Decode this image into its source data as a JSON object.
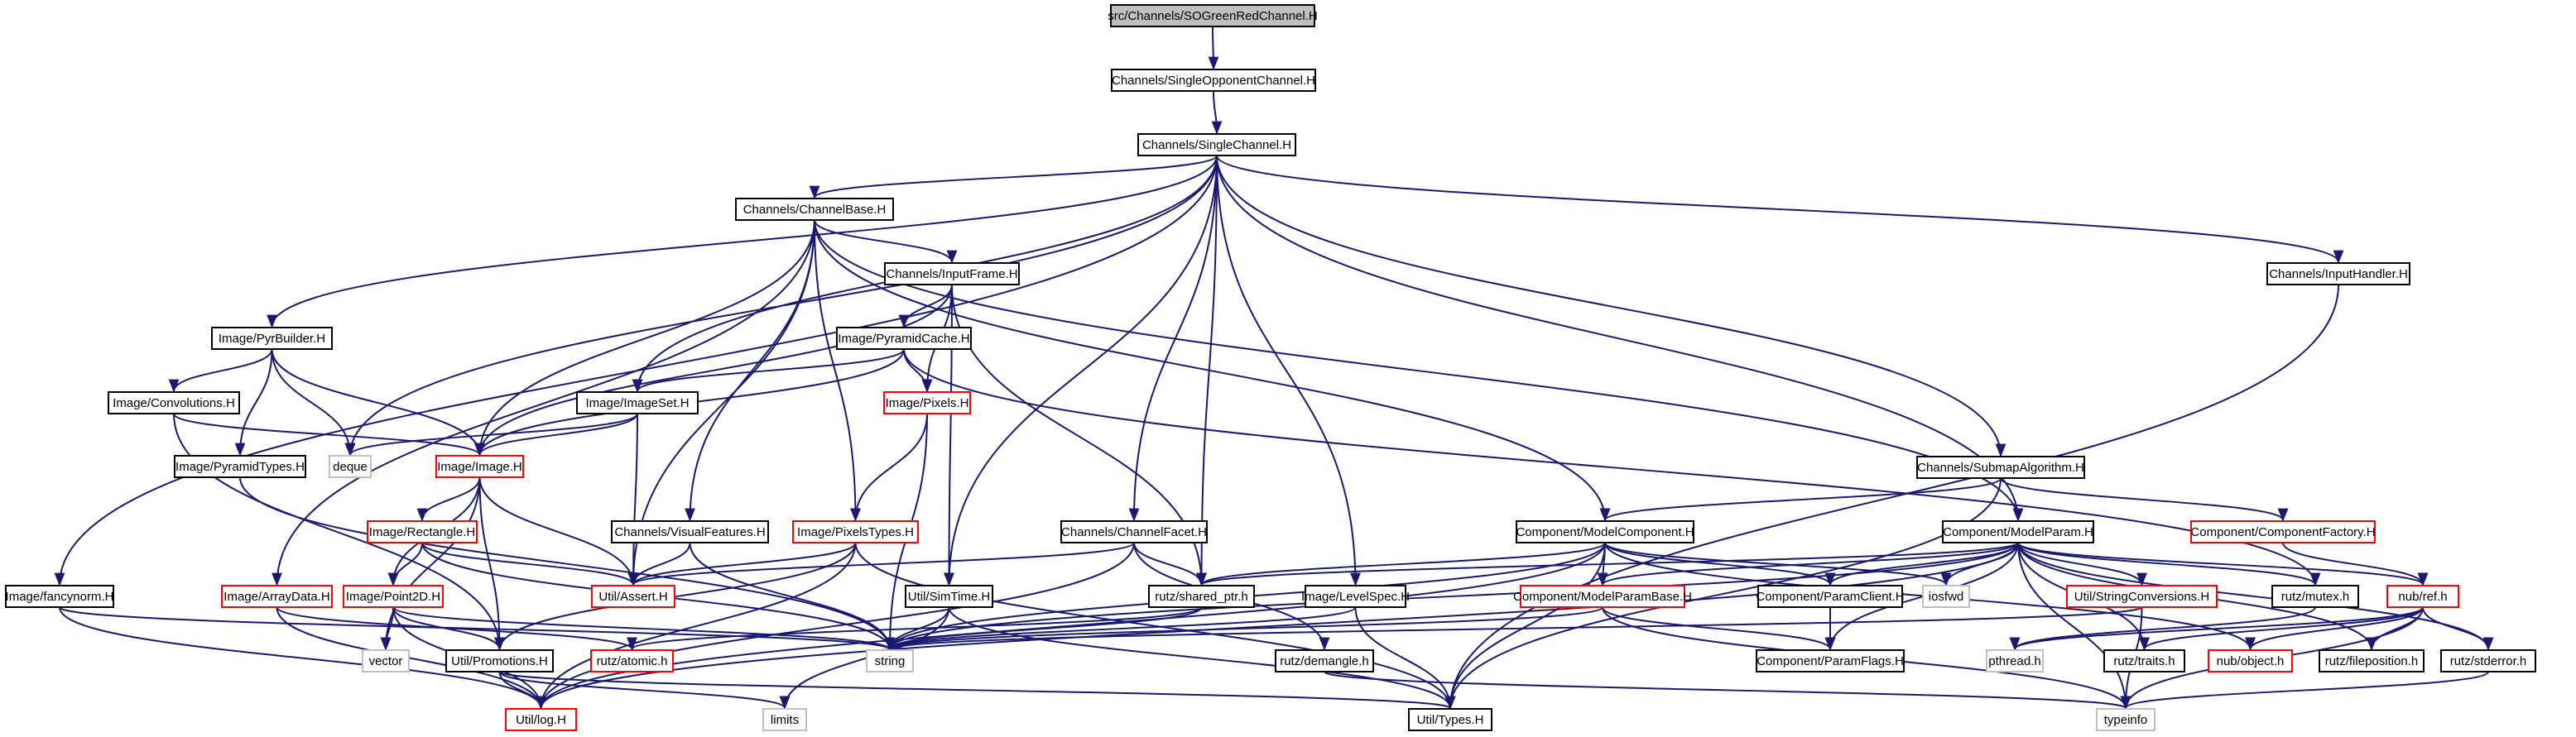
{
  "diagram": {
    "colors": {
      "edge": "#191970",
      "root_fill": "#bfbfbf",
      "box_fill": "#ffffff",
      "box_border": "#000000",
      "truncated_border": "#ff0000",
      "external_border": "#bfbfbf"
    },
    "nodes": [
      {
        "id": "root",
        "label": "src/Channels/SOGreenRedChannel.H",
        "kind": "root"
      },
      {
        "id": "singleopp",
        "label": "Channels/SingleOpponentChannel.H",
        "kind": "normal"
      },
      {
        "id": "singlech",
        "label": "Channels/SingleChannel.H",
        "kind": "normal"
      },
      {
        "id": "chbase",
        "label": "Channels/ChannelBase.H",
        "kind": "normal"
      },
      {
        "id": "inputframe",
        "label": "Channels/InputFrame.H",
        "kind": "normal"
      },
      {
        "id": "inputhandler",
        "label": "Channels/InputHandler.H",
        "kind": "normal"
      },
      {
        "id": "pyrbuilder",
        "label": "Image/PyrBuilder.H",
        "kind": "normal"
      },
      {
        "id": "pyrcache",
        "label": "Image/PyramidCache.H",
        "kind": "normal"
      },
      {
        "id": "convolutions",
        "label": "Image/Convolutions.H",
        "kind": "normal"
      },
      {
        "id": "imageset",
        "label": "Image/ImageSet.H",
        "kind": "normal"
      },
      {
        "id": "pixels",
        "label": "Image/Pixels.H",
        "kind": "truncated"
      },
      {
        "id": "deque",
        "label": "deque",
        "kind": "external"
      },
      {
        "id": "image",
        "label": "Image/Image.H",
        "kind": "truncated"
      },
      {
        "id": "pyrtypes",
        "label": "Image/PyramidTypes.H",
        "kind": "normal"
      },
      {
        "id": "submap",
        "label": "Channels/SubmapAlgorithm.H",
        "kind": "normal"
      },
      {
        "id": "rectangle",
        "label": "Image/Rectangle.H",
        "kind": "truncated"
      },
      {
        "id": "visfeat",
        "label": "Channels/VisualFeatures.H",
        "kind": "normal"
      },
      {
        "id": "pixtypes",
        "label": "Image/PixelsTypes.H",
        "kind": "truncated"
      },
      {
        "id": "chfacet",
        "label": "Channels/ChannelFacet.H",
        "kind": "normal"
      },
      {
        "id": "modelcomp",
        "label": "Component/ModelComponent.H",
        "kind": "normal"
      },
      {
        "id": "modelparam",
        "label": "Component/ModelParam.H",
        "kind": "normal"
      },
      {
        "id": "compfactory",
        "label": "Component/ComponentFactory.H",
        "kind": "truncated"
      },
      {
        "id": "point2d",
        "label": "Image/Point2D.H",
        "kind": "truncated"
      },
      {
        "id": "utilassert",
        "label": "Util/Assert.H",
        "kind": "truncated"
      },
      {
        "id": "iosfwd",
        "label": "iosfwd",
        "kind": "external"
      },
      {
        "id": "fancynorm",
        "label": "Image/fancynorm.H",
        "kind": "normal"
      },
      {
        "id": "arraydata",
        "label": "Image/ArrayData.H",
        "kind": "truncated"
      },
      {
        "id": "simtime",
        "label": "Util/SimTime.H",
        "kind": "normal"
      },
      {
        "id": "sharedptr",
        "label": "rutz/shared_ptr.h",
        "kind": "normal"
      },
      {
        "id": "levelspec",
        "label": "Image/LevelSpec.H",
        "kind": "normal"
      },
      {
        "id": "mpbase",
        "label": "Component/ModelParamBase.H",
        "kind": "truncated"
      },
      {
        "id": "paramclient",
        "label": "Component/ParamClient.H",
        "kind": "normal"
      },
      {
        "id": "strconv",
        "label": "Util/StringConversions.H",
        "kind": "truncated"
      },
      {
        "id": "mutex",
        "label": "rutz/mutex.h",
        "kind": "normal"
      },
      {
        "id": "nubref",
        "label": "nub/ref.h",
        "kind": "truncated"
      },
      {
        "id": "vector",
        "label": "vector",
        "kind": "external"
      },
      {
        "id": "promotions",
        "label": "Util/Promotions.H",
        "kind": "normal"
      },
      {
        "id": "atomic",
        "label": "rutz/atomic.h",
        "kind": "truncated"
      },
      {
        "id": "string",
        "label": "string",
        "kind": "external"
      },
      {
        "id": "demangle",
        "label": "rutz/demangle.h",
        "kind": "normal"
      },
      {
        "id": "paramflags",
        "label": "Component/ParamFlags.H",
        "kind": "normal"
      },
      {
        "id": "pthread",
        "label": "pthread.h",
        "kind": "external"
      },
      {
        "id": "traits",
        "label": "rutz/traits.h",
        "kind": "normal"
      },
      {
        "id": "nubobject",
        "label": "nub/object.h",
        "kind": "truncated"
      },
      {
        "id": "filepos",
        "label": "rutz/fileposition.h",
        "kind": "normal"
      },
      {
        "id": "stderror",
        "label": "rutz/stderror.h",
        "kind": "normal"
      },
      {
        "id": "utillog",
        "label": "Util/log.H",
        "kind": "truncated"
      },
      {
        "id": "limits",
        "label": "limits",
        "kind": "external"
      },
      {
        "id": "utiltypes",
        "label": "Util/Types.H",
        "kind": "normal"
      },
      {
        "id": "typeinfo",
        "label": "typeinfo",
        "kind": "external"
      }
    ],
    "edges": [
      [
        "root",
        "singleopp"
      ],
      [
        "singleopp",
        "singlech"
      ],
      [
        "singlech",
        "chbase"
      ],
      [
        "singlech",
        "inputhandler"
      ],
      [
        "singlech",
        "pyrbuilder"
      ],
      [
        "singlech",
        "imageset"
      ],
      [
        "singlech",
        "deque"
      ],
      [
        "singlech",
        "fancynorm"
      ],
      [
        "singlech",
        "submap"
      ],
      [
        "singlech",
        "chfacet"
      ],
      [
        "singlech",
        "modelparam"
      ],
      [
        "singlech",
        "simtime"
      ],
      [
        "singlech",
        "sharedptr"
      ],
      [
        "singlech",
        "levelspec"
      ],
      [
        "chbase",
        "inputframe"
      ],
      [
        "chbase",
        "image"
      ],
      [
        "chbase",
        "utilassert"
      ],
      [
        "chbase",
        "visfeat"
      ],
      [
        "chbase",
        "pixtypes"
      ],
      [
        "chbase",
        "modelcomp"
      ],
      [
        "chbase",
        "modelparam"
      ],
      [
        "chbase",
        "arraydata"
      ],
      [
        "inputframe",
        "pyrcache"
      ],
      [
        "inputframe",
        "pixels"
      ],
      [
        "inputframe",
        "image"
      ],
      [
        "inputframe",
        "sharedptr"
      ],
      [
        "inputframe",
        "simtime"
      ],
      [
        "inputhandler",
        "utiltypes"
      ],
      [
        "pyrbuilder",
        "convolutions"
      ],
      [
        "pyrbuilder",
        "pyrtypes"
      ],
      [
        "pyrbuilder",
        "deque"
      ],
      [
        "pyrbuilder",
        "image"
      ],
      [
        "pyrcache",
        "imageset"
      ],
      [
        "pyrcache",
        "pixels"
      ],
      [
        "pyrcache",
        "image"
      ],
      [
        "pyrcache",
        "mutex"
      ],
      [
        "convolutions",
        "image"
      ],
      [
        "convolutions",
        "promotions"
      ],
      [
        "imageset",
        "deque"
      ],
      [
        "imageset",
        "image"
      ],
      [
        "imageset",
        "utilassert"
      ],
      [
        "pixels",
        "pixtypes"
      ],
      [
        "pixels",
        "string"
      ],
      [
        "image",
        "rectangle"
      ],
      [
        "image",
        "point2d"
      ],
      [
        "image",
        "utilassert"
      ],
      [
        "image",
        "promotions"
      ],
      [
        "image",
        "vector"
      ],
      [
        "pyrtypes",
        "string"
      ],
      [
        "rectangle",
        "point2d"
      ],
      [
        "rectangle",
        "utilassert"
      ],
      [
        "rectangle",
        "string"
      ],
      [
        "visfeat",
        "utilassert"
      ],
      [
        "visfeat",
        "string"
      ],
      [
        "pixtypes",
        "utilassert"
      ],
      [
        "pixtypes",
        "promotions"
      ],
      [
        "pixtypes",
        "utillog"
      ],
      [
        "pixtypes",
        "utiltypes"
      ],
      [
        "submap",
        "modelcomp"
      ],
      [
        "submap",
        "compfactory"
      ],
      [
        "submap",
        "utiltypes"
      ],
      [
        "chfacet",
        "sharedptr"
      ],
      [
        "chfacet",
        "utilassert"
      ],
      [
        "chfacet",
        "utillog"
      ],
      [
        "chfacet",
        "demangle"
      ],
      [
        "modelcomp",
        "sharedptr"
      ],
      [
        "modelcomp",
        "iosfwd"
      ],
      [
        "modelcomp",
        "mpbase"
      ],
      [
        "modelcomp",
        "paramclient"
      ],
      [
        "modelcomp",
        "string"
      ],
      [
        "modelcomp",
        "utiltypes"
      ],
      [
        "modelcomp",
        "utillog"
      ],
      [
        "modelcomp",
        "nubobject"
      ],
      [
        "modelparam",
        "sharedptr"
      ],
      [
        "modelparam",
        "iosfwd"
      ],
      [
        "modelparam",
        "mpbase"
      ],
      [
        "modelparam",
        "paramclient"
      ],
      [
        "modelparam",
        "strconv"
      ],
      [
        "modelparam",
        "mutex"
      ],
      [
        "modelparam",
        "nubref"
      ],
      [
        "modelparam",
        "string"
      ],
      [
        "modelparam",
        "paramflags"
      ],
      [
        "modelparam",
        "traits"
      ],
      [
        "modelparam",
        "filepos"
      ],
      [
        "modelparam",
        "stderror"
      ],
      [
        "modelparam",
        "typeinfo"
      ],
      [
        "modelparam",
        "utillog"
      ],
      [
        "compfactory",
        "nubref"
      ],
      [
        "point2d",
        "promotions"
      ],
      [
        "point2d",
        "utillog"
      ],
      [
        "point2d",
        "vector"
      ],
      [
        "point2d",
        "string"
      ],
      [
        "fancynorm",
        "utillog"
      ],
      [
        "fancynorm",
        "string"
      ],
      [
        "arraydata",
        "utillog"
      ],
      [
        "arraydata",
        "atomic"
      ],
      [
        "simtime",
        "string"
      ],
      [
        "simtime",
        "limits"
      ],
      [
        "simtime",
        "utiltypes"
      ],
      [
        "sharedptr",
        "atomic"
      ],
      [
        "sharedptr",
        "string"
      ],
      [
        "levelspec",
        "string"
      ],
      [
        "levelspec",
        "utiltypes"
      ],
      [
        "mpbase",
        "string"
      ],
      [
        "mpbase",
        "paramflags"
      ],
      [
        "mpbase",
        "typeinfo"
      ],
      [
        "paramclient",
        "paramflags"
      ],
      [
        "strconv",
        "string"
      ],
      [
        "strconv",
        "typeinfo"
      ],
      [
        "mutex",
        "pthread"
      ],
      [
        "nubref",
        "traits"
      ],
      [
        "nubref",
        "nubobject"
      ],
      [
        "nubref",
        "filepos"
      ],
      [
        "nubref",
        "stderror"
      ],
      [
        "nubref",
        "pthread"
      ],
      [
        "nubref",
        "typeinfo"
      ],
      [
        "promotions",
        "utillog"
      ],
      [
        "promotions",
        "limits"
      ],
      [
        "promotions",
        "utiltypes"
      ],
      [
        "demangle",
        "typeinfo"
      ],
      [
        "stderror",
        "typeinfo"
      ]
    ]
  }
}
